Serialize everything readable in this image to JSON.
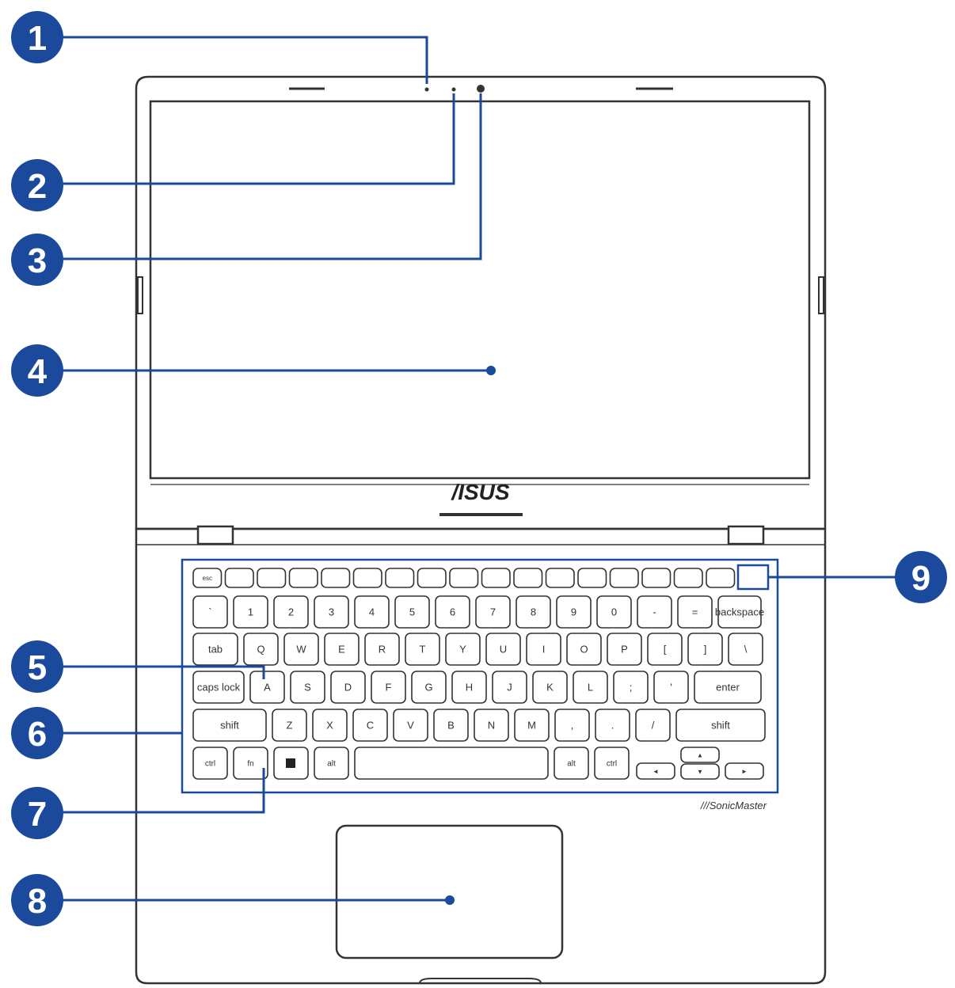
{
  "logo": "/ISUS",
  "keyboard_brand": "///SonicMaster",
  "colors": {
    "accent": "#1b4a9c",
    "outline": "#333333"
  },
  "callouts": [
    "1",
    "2",
    "3",
    "4",
    "5",
    "6",
    "7",
    "8",
    "9"
  ],
  "keyboard": {
    "function_row": [
      "esc",
      "",
      "",
      "",
      "",
      "",
      "",
      "",
      "",
      "",
      "",
      "",
      "",
      "",
      "",
      "",
      ""
    ],
    "number_row": [
      "`",
      "1",
      "2",
      "3",
      "4",
      "5",
      "6",
      "7",
      "8",
      "9",
      "0",
      "-",
      "=",
      "backspace"
    ],
    "qwerty_row": [
      "tab",
      "Q",
      "W",
      "E",
      "R",
      "T",
      "Y",
      "U",
      "I",
      "O",
      "P",
      "[",
      "]",
      "\\"
    ],
    "home_row": [
      "caps lock",
      "A",
      "S",
      "D",
      "F",
      "G",
      "H",
      "J",
      "K",
      "L",
      ";",
      "'",
      "enter"
    ],
    "shift_row": [
      "shift",
      "Z",
      "X",
      "C",
      "V",
      "B",
      "N",
      "M",
      ",",
      ".",
      "/",
      "shift"
    ],
    "bottom_row": [
      "ctrl",
      "fn",
      "",
      "alt",
      "",
      "alt",
      "ctrl"
    ]
  }
}
